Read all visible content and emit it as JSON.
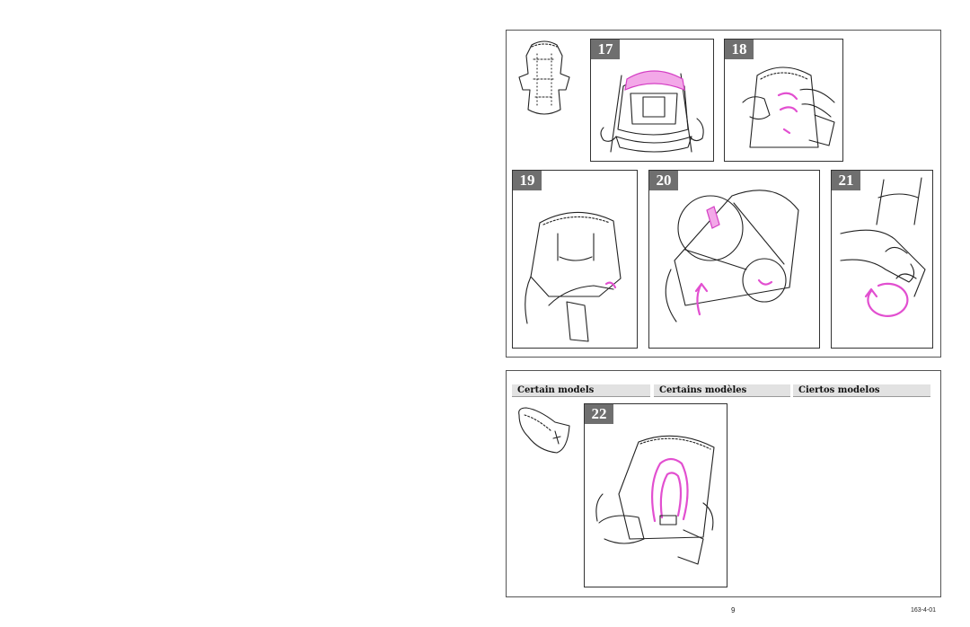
{
  "steps": {
    "s17": "17",
    "s18": "18",
    "s19": "19",
    "s20": "20",
    "s21": "21",
    "s22": "22"
  },
  "headers": {
    "en": "Certain models",
    "fr": "Certains modèles",
    "es": "Ciertos modelos"
  },
  "footer": {
    "page_number": "9",
    "doc_code": "163-4-01"
  },
  "accent_color": "#e24fd0"
}
